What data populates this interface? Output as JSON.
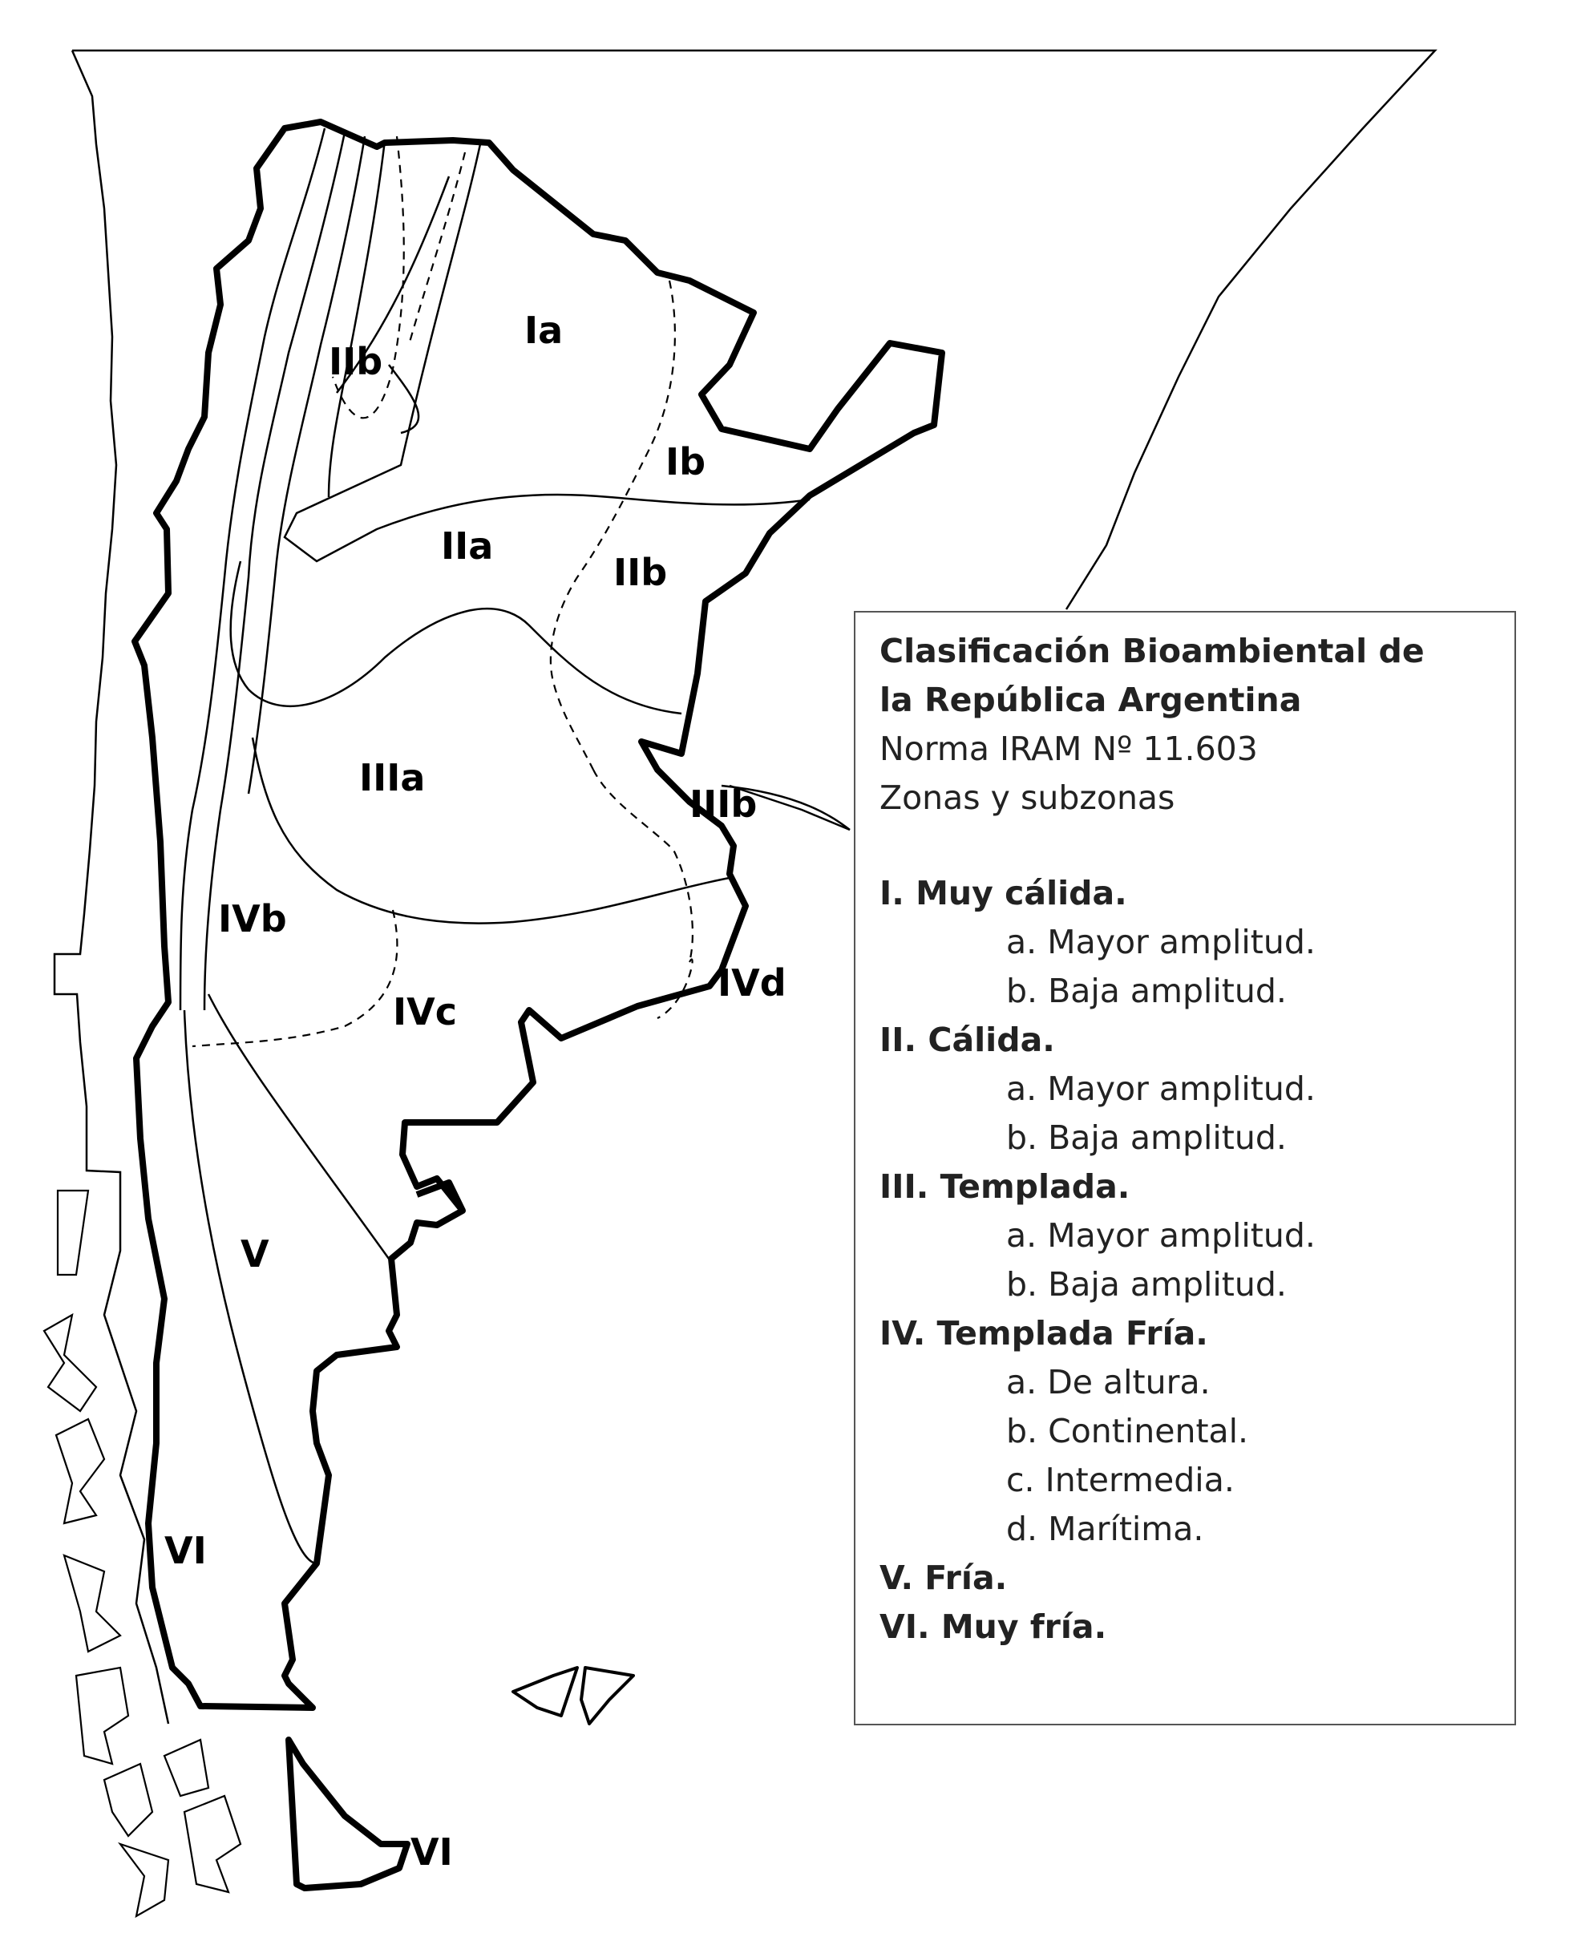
{
  "map": {
    "zone_labels": {
      "Ia": "Ia",
      "Ib": "Ib",
      "IIa": "IIa",
      "IIb_north": "IIb",
      "IIb_east": "IIb",
      "IIIa": "IIIa",
      "IIIb": "IIIb",
      "IVb": "IVb",
      "IVc": "IVc",
      "IVd": "IVd",
      "V": "V",
      "VI_west": "VI",
      "VI_south": "VI"
    }
  },
  "legend": {
    "title_line1": "Clasificación Bioambiental de",
    "title_line2": "la República Argentina",
    "norm": "Norma IRAM Nº 11.603",
    "subtitle": "Zonas y subzonas",
    "zones": [
      {
        "label": "I. Muy cálida.",
        "subzones": [
          "a. Mayor amplitud.",
          "b. Baja amplitud."
        ]
      },
      {
        "label": "II. Cálida.",
        "subzones": [
          "a. Mayor amplitud.",
          "b. Baja amplitud."
        ]
      },
      {
        "label": "III. Templada.",
        "subzones": [
          "a. Mayor amplitud.",
          "b. Baja amplitud."
        ]
      },
      {
        "label": "IV. Templada Fría.",
        "subzones": [
          "a. De altura.",
          "b. Continental.",
          "c. Intermedia.",
          "d. Marítima."
        ]
      },
      {
        "label": "V. Fría.",
        "subzones": []
      },
      {
        "label": "VI. Muy fría.",
        "subzones": []
      }
    ]
  }
}
